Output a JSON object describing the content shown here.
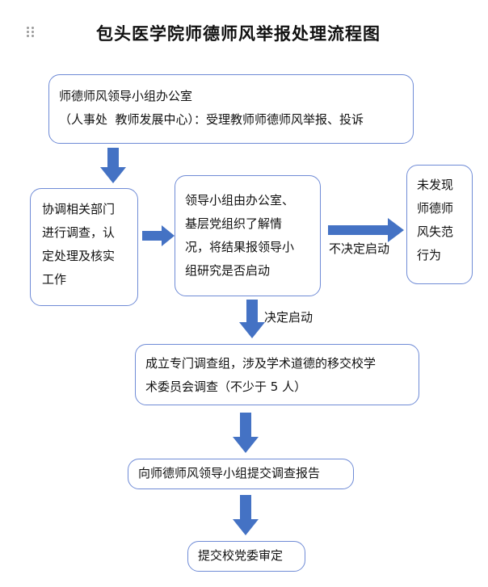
{
  "title": "包头医学院师德师风举报处理流程图",
  "colors": {
    "arrow_fill": "#4472c4",
    "box_border": "#6f8bd6"
  },
  "nodes": {
    "office": {
      "line1": "师德师风领导小组办公室",
      "line2": "（人事处  教师发展中心）：受理教师师德师风举报、投诉"
    },
    "coordinate": {
      "line1": "协调相关部门",
      "line2": "进行调查，认",
      "line3": "定处理及核实",
      "line4": "工作"
    },
    "leader_group": {
      "line1": "领导小组由办公室、",
      "line2": "基层党组织了解情",
      "line3": "况，将结果报领导小",
      "line4": "组研究是否启动"
    },
    "no_violation": {
      "line1": "未发现",
      "line2": "师德师",
      "line3": "风失范",
      "line4": "行为"
    },
    "investigation": {
      "line1": "成立专门调查组，涉及学术道德的移交校学",
      "line2": "术委员会调查（不少于 5 人）"
    },
    "report": {
      "line1": "向师德师风领导小组提交调查报告"
    },
    "review": {
      "line1": "提交校党委审定"
    }
  },
  "edges": {
    "no_start_label": "不决定启动",
    "start_label": "决定启动"
  }
}
